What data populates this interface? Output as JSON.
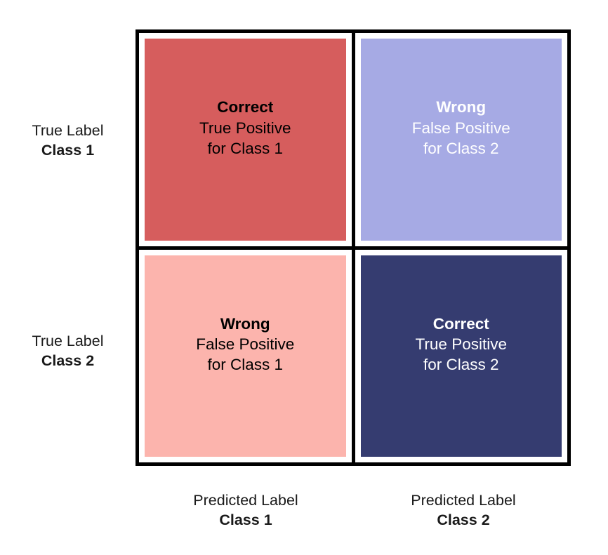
{
  "chart_data": {
    "type": "table",
    "title": "",
    "xlabel": "Predicted Label",
    "ylabel": "True Label",
    "grid": true,
    "legend": "none",
    "row_categories": [
      "Class 1",
      "Class 2"
    ],
    "column_categories": [
      "Class 1",
      "Class 2"
    ],
    "cells": [
      {
        "row": "Class 1",
        "column": "Class 1",
        "verdict": "Correct",
        "line1": "True Positive",
        "line2": "for Class 1",
        "fill": "#D65D5D",
        "text_color": "#000000"
      },
      {
        "row": "Class 1",
        "column": "Class 2",
        "verdict": "Wrong",
        "line1": "False Positive",
        "line2": "for Class 2",
        "fill": "#A6AAE4",
        "text_color": "#FFFFFF"
      },
      {
        "row": "Class 2",
        "column": "Class 1",
        "verdict": "Wrong",
        "line1": "False Positive",
        "line2": "for Class 1",
        "fill": "#FCB4AD",
        "text_color": "#000000"
      },
      {
        "row": "Class 2",
        "column": "Class 2",
        "verdict": "Correct",
        "line1": "True Positive",
        "line2": "for Class 2",
        "fill": "#353C70",
        "text_color": "#FFFFFF"
      }
    ]
  },
  "row_labels": [
    {
      "prefix": "True Label",
      "name": "Class 1"
    },
    {
      "prefix": "True Label",
      "name": "Class 2"
    }
  ],
  "col_labels": [
    {
      "prefix": "Predicted Label",
      "name": "Class 1"
    },
    {
      "prefix": "Predicted Label",
      "name": "Class 2"
    }
  ],
  "colors": {
    "border": "#000000",
    "background": "#FFFFFF",
    "true_positive_class1": "#D65D5D",
    "false_positive_class2": "#A6AAE4",
    "false_positive_class1": "#FCB4AD",
    "true_positive_class2": "#353C70"
  }
}
